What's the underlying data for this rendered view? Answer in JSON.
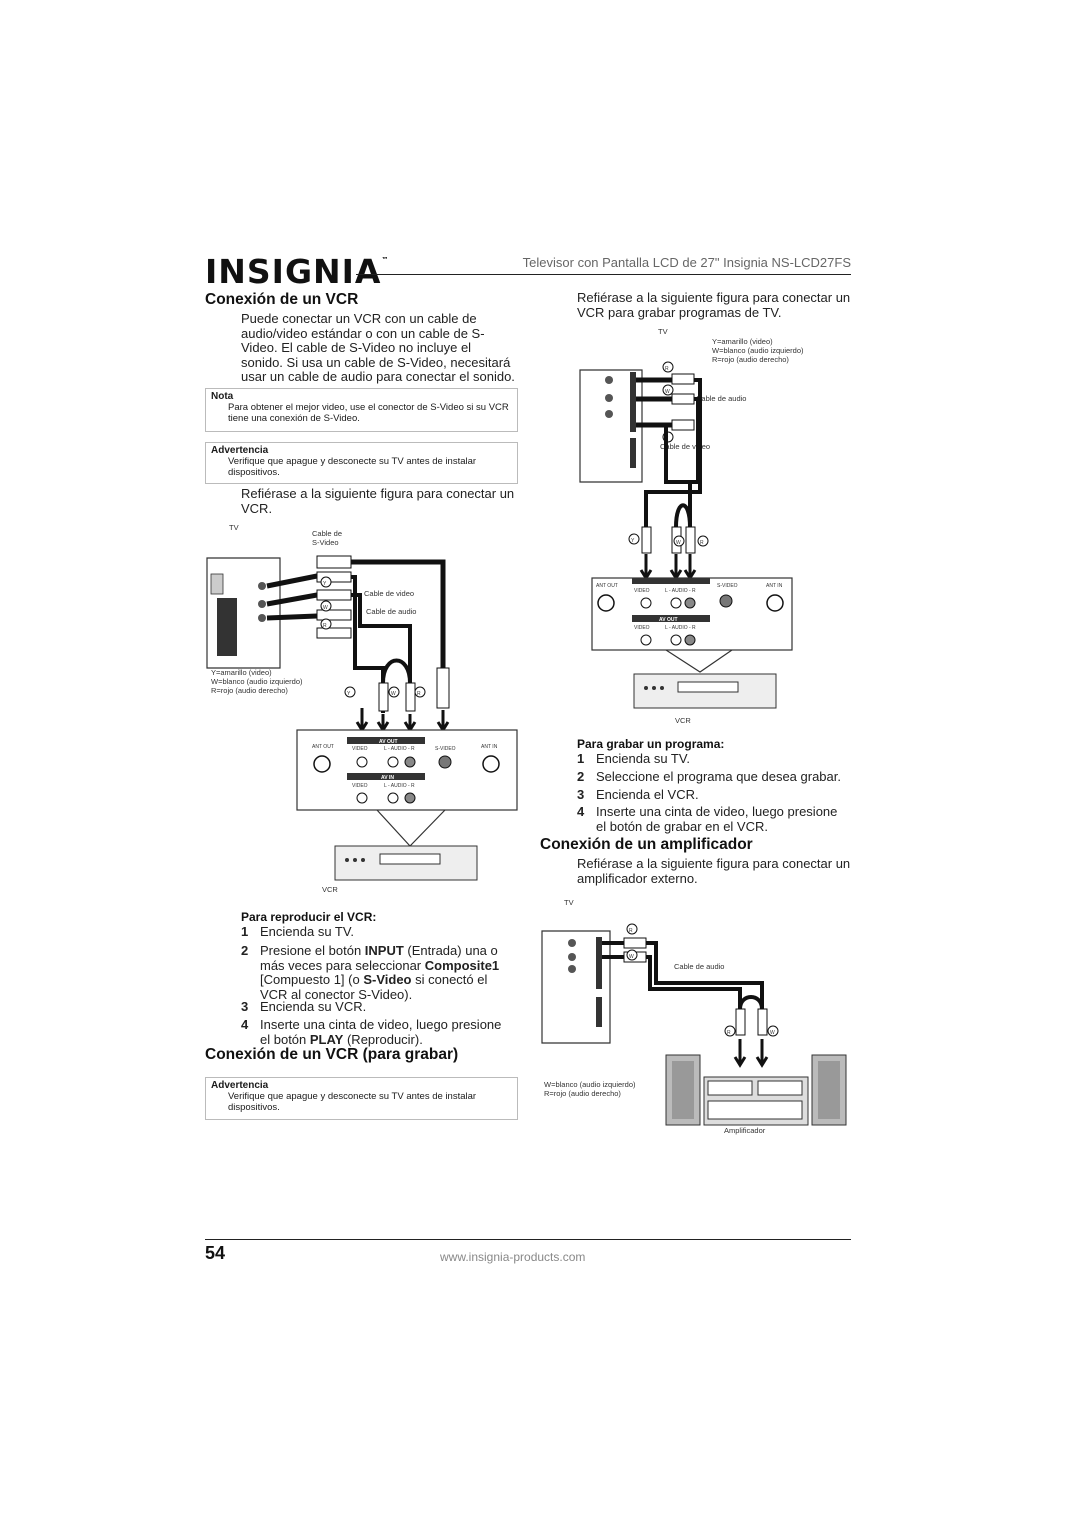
{
  "header": {
    "brand": "INSIGNIA",
    "trademark": "™",
    "title": "Televisor con Pantalla LCD de 27\" Insignia NS-LCD27FS"
  },
  "left": {
    "section1_title": "Conexión de un VCR",
    "section1_body": "Puede conectar un VCR con un cable de audio/video estándar o con un cable de S-Video. El cable de S-Video no incluye el sonido. Si usa un cable de S-Video, necesitará usar un cable de audio para conectar el sonido.",
    "note_title": "Nota",
    "note_body": "Para obtener el mejor video, use el conector de S-Video si su VCR tiene una conexión de S-Video.",
    "warning1_title": "Advertencia",
    "warning1_body": "Verifique que apague y desconecte su TV antes de instalar dispositivos.",
    "refer1": "Refiérase a la siguiente figura para conectar un VCR.",
    "play_title": "Para reproducir el VCR:",
    "play_steps": [
      {
        "n": "1",
        "text": "Encienda su TV."
      },
      {
        "n": "2",
        "pre": "Presione el botón ",
        "b1": "INPUT",
        "mid1": " (Entrada) una o más veces para seleccionar ",
        "b2": "Composite1",
        "mid2": " [Compuesto 1] (o ",
        "b3": "S-Video",
        "post": " si conectó el VCR al conector S-Video)."
      },
      {
        "n": "3",
        "text": "Encienda su VCR."
      },
      {
        "n": "4",
        "pre": "Inserte una cinta de video, luego presione el botón ",
        "b1": "PLAY",
        "post": " (Reproducir)."
      }
    ],
    "section2_title": "Conexión de un VCR (para grabar)",
    "warning2_title": "Advertencia",
    "warning2_body": "Verifique que apague y desconecte su TV antes de instalar dispositivos."
  },
  "right": {
    "refer2": "Refiérase a la siguiente figura para conectar un VCR para grabar programas de TV.",
    "record_title": "Para grabar un programa:",
    "record_steps": [
      {
        "n": "1",
        "text": "Encienda su TV."
      },
      {
        "n": "2",
        "text": "Seleccione el programa que desea grabar."
      },
      {
        "n": "3",
        "text": "Encienda el VCR."
      },
      {
        "n": "4",
        "text": "Inserte una cinta de video, luego presione el botón de grabar en el VCR."
      }
    ],
    "section3_title": "Conexión de un amplificador",
    "refer3": "Refiérase a la siguiente figura para conectar un amplificador externo."
  },
  "diagram_labels": {
    "tv": "TV",
    "vcr": "VCR",
    "svideo_cable_1": "Cable de",
    "svideo_cable_2": "S-Video",
    "video_cable": "Cable de video",
    "audio_cable": "Cable de audio",
    "legend_y": "Y=amarillo (video)",
    "legend_w": "W=blanco (audio izquierdo)",
    "legend_r": "R=rojo (audio derecho)",
    "ant_out": "ANT OUT",
    "ant_in": "ANT IN",
    "av_out": "AV OUT",
    "av_in": "AV IN",
    "video": "VIDEO",
    "audio_lr": "L - AUDIO - R",
    "svideo": "S-VIDEO",
    "amplifier": "Amplificador",
    "y": "Y",
    "w": "W",
    "r": "R"
  },
  "footer": {
    "page_number": "54",
    "url": "www.insignia-products.com"
  }
}
